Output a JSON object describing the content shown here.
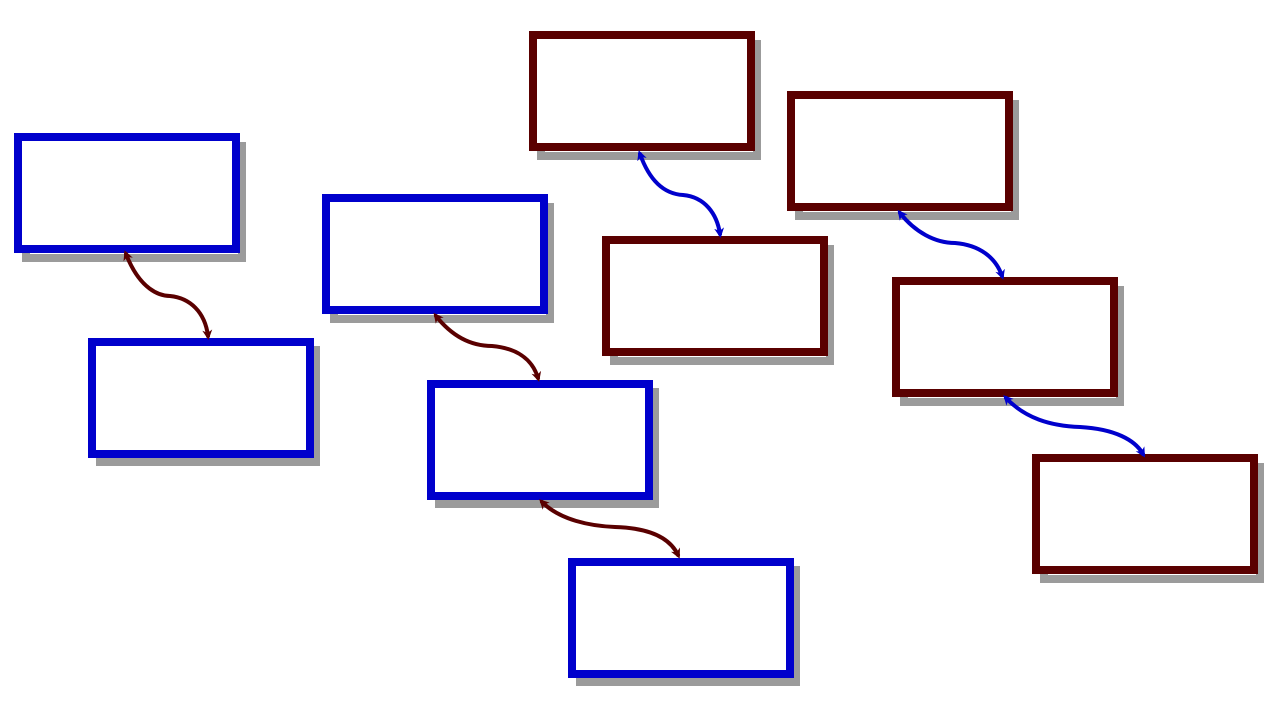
{
  "diagram": {
    "colors": {
      "blue": "#0000cc",
      "maroon": "#5a0000",
      "background": "#ffffff"
    },
    "left_chain": {
      "box_color": "blue",
      "arrow_color": "maroon",
      "boxes": [
        {
          "id": "L1",
          "label": ""
        },
        {
          "id": "L2",
          "label": ""
        }
      ],
      "links": [
        {
          "from": "L1",
          "to": "L2",
          "style": "double-headed-arrow"
        }
      ]
    },
    "middle_chain": {
      "box_color": "blue",
      "arrow_color": "maroon",
      "boxes": [
        {
          "id": "M1",
          "label": ""
        },
        {
          "id": "M2",
          "label": ""
        },
        {
          "id": "M3",
          "label": ""
        }
      ],
      "links": [
        {
          "from": "M1",
          "to": "M2",
          "style": "double-headed-arrow"
        },
        {
          "from": "M2",
          "to": "M3",
          "style": "double-headed-arrow"
        }
      ]
    },
    "upper_chain": {
      "box_color": "maroon",
      "arrow_color": "blue",
      "boxes": [
        {
          "id": "U1",
          "label": ""
        },
        {
          "id": "U2",
          "label": ""
        }
      ],
      "links": [
        {
          "from": "U1",
          "to": "U2",
          "style": "double-headed-arrow"
        }
      ]
    },
    "right_chain": {
      "box_color": "maroon",
      "arrow_color": "blue",
      "boxes": [
        {
          "id": "R1",
          "label": ""
        },
        {
          "id": "R2",
          "label": ""
        },
        {
          "id": "R3",
          "label": ""
        }
      ],
      "links": [
        {
          "from": "R1",
          "to": "R2",
          "style": "double-headed-arrow"
        },
        {
          "from": "R2",
          "to": "R3",
          "style": "double-headed-arrow"
        }
      ]
    }
  }
}
